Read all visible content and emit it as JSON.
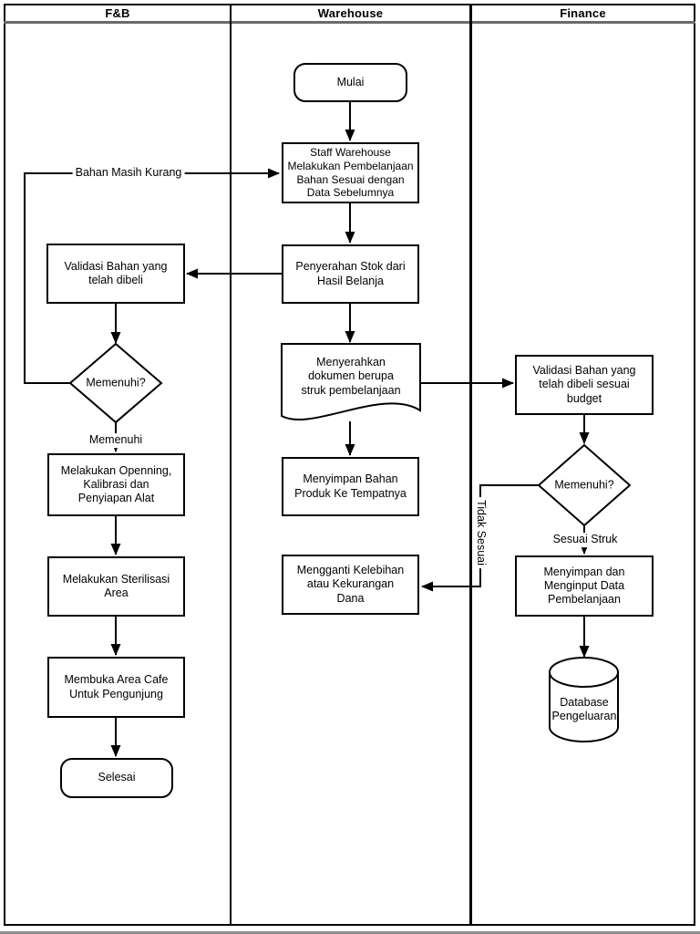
{
  "lanes": {
    "fnb": "F&B",
    "warehouse": "Warehouse",
    "finance": "Finance"
  },
  "nodes": {
    "mulai": "Mulai",
    "staff_warehouse": "Staff Warehouse\nMelakukan Pembelanjaan\nBahan Sesuai dengan\nData Sebelumnya",
    "penyerahan_stok": "Penyerahan Stok dari\nHasil Belanja",
    "menyerahkan_dokumen": "Menyerahkan\ndokumen berupa\nstruk pembelanjaan",
    "menyimpan_bahan": "Menyimpan Bahan\nProduk Ke Tempatnya",
    "mengganti_dana": "Mengganti Kelebihan\natau Kekurangan\nDana",
    "validasi_bahan_fnb": "Validasi Bahan yang\ntelah dibeli",
    "memenuhi_fnb": "Memenuhi?",
    "openning_kalibrasi": "Melakukan Openning,\nKalibrasi dan\nPenyiapan Alat",
    "sterilisasi": "Melakukan Sterilisasi\nArea",
    "membuka_cafe": "Membuka Area Cafe\nUntuk Pengunjung",
    "selesai": "Selesai",
    "validasi_budget": "Validasi Bahan yang\ntelah dibeli sesuai\nbudget",
    "memenuhi_finance": "Memenuhi?",
    "menyimpan_input": "Menyimpan dan\nMenginput Data\nPembelanjaan",
    "database_pengeluaran": "Database\nPengeluaran"
  },
  "edge_labels": {
    "bahan_masih_kurang": "Bahan Masih Kurang",
    "memenuhi": "Memenuhi",
    "sesuai_struk": "Sesuai Struk",
    "tidak_sesuai": "Tidak Sesuai"
  },
  "colors": {
    "line": "#000000",
    "header_divider": "#6a6a6a",
    "background": "#ffffff"
  }
}
